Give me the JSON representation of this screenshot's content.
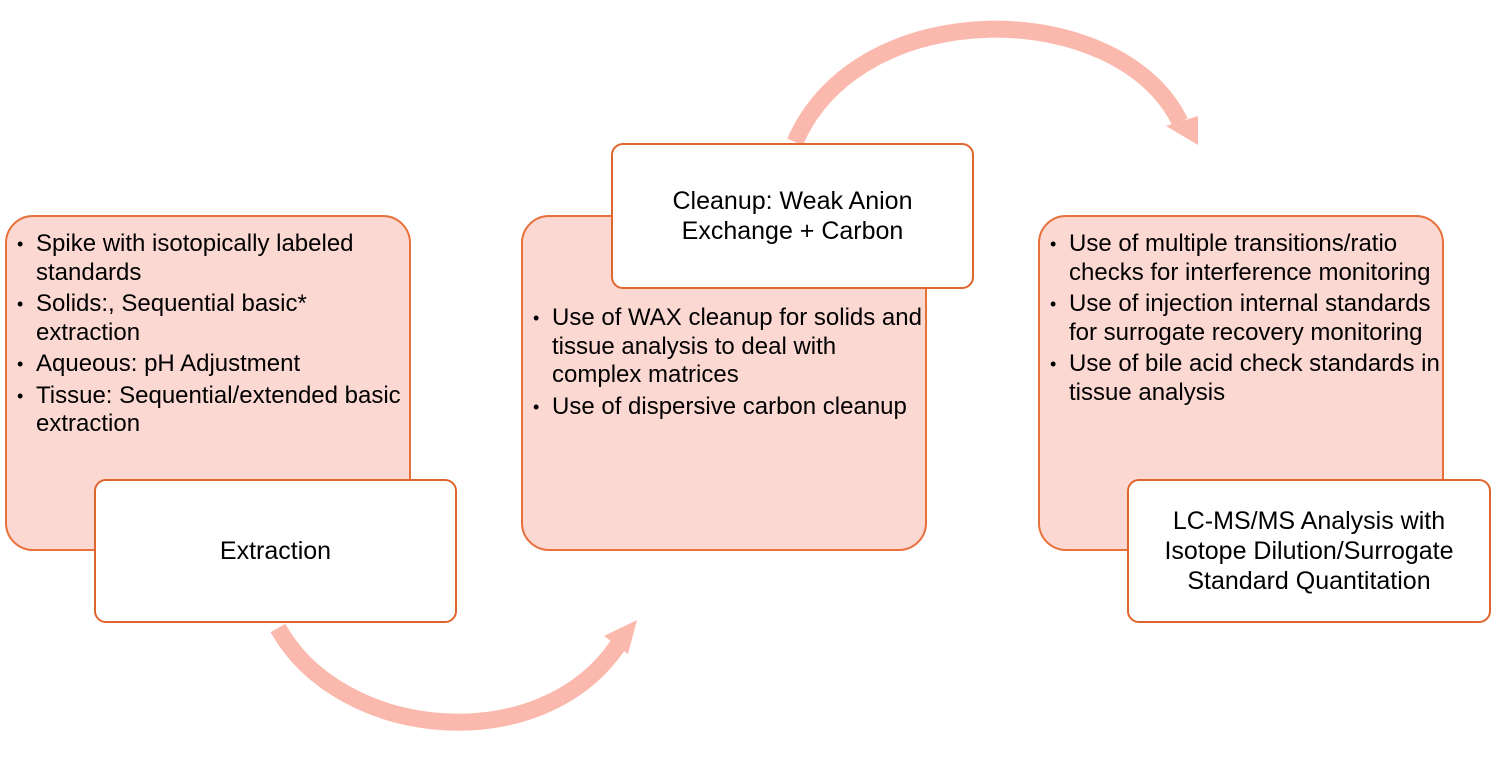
{
  "diagram": {
    "colors": {
      "box_fill": "#fcd8d2",
      "box_border": "#e8703a",
      "arrow": "#fbb9ad"
    },
    "steps": [
      {
        "title": "Extraction",
        "bullets": [
          "Spike with isotopically labeled standards",
          "Solids:, Sequential basic* extraction",
          "Aqueous: pH Adjustment",
          "Tissue: Sequential/extended basic extraction"
        ]
      },
      {
        "title": "Cleanup: Weak Anion Exchange + Carbon",
        "bullets": [
          "Use of WAX cleanup for solids and tissue analysis to deal with complex matrices",
          "Use of dispersive carbon cleanup"
        ]
      },
      {
        "title": "LC-MS/MS Analysis with Isotope Dilution/Surrogate Standard Quantitation",
        "bullets": [
          "Use of multiple transitions/ratio checks for interference monitoring",
          "Use of injection internal standards for surrogate recovery monitoring",
          "Use of bile acid check standards in tissue analysis"
        ]
      }
    ]
  }
}
